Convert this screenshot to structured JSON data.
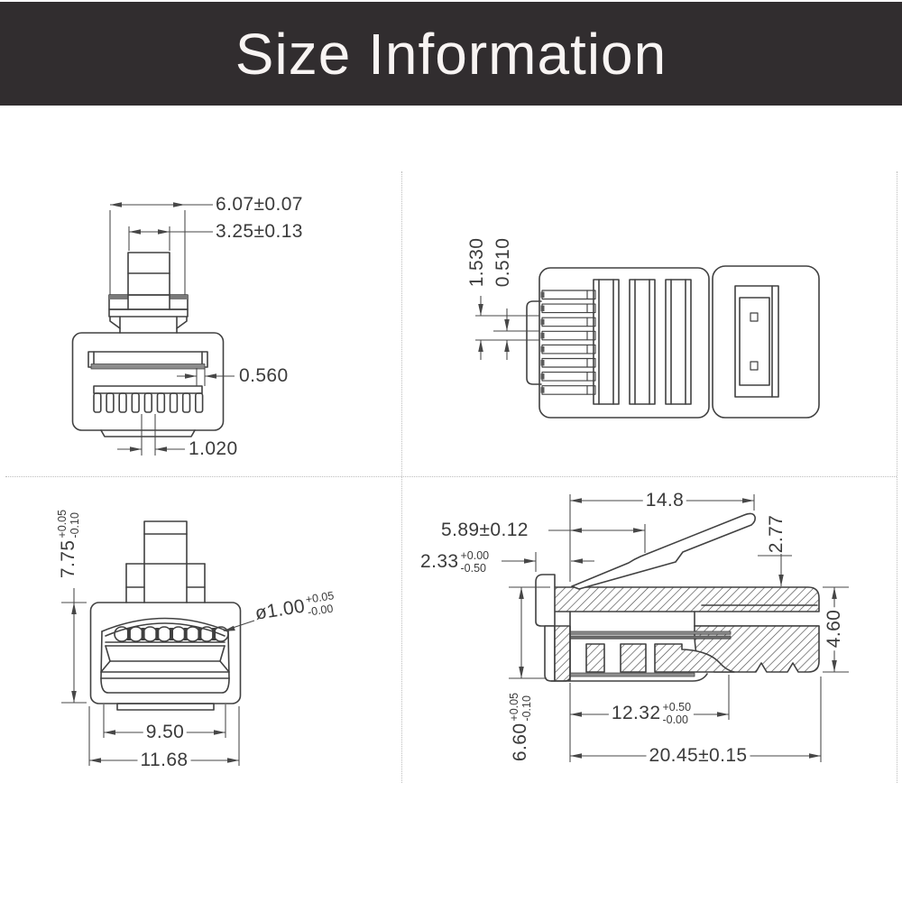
{
  "header": {
    "title": "Size Information"
  },
  "colors": {
    "banner_bg": "#312d2f",
    "banner_fg": "#f8f4f3",
    "line": "#414141",
    "dim_text": "#3b3b3b",
    "divider": "#bdbdbd"
  },
  "views": {
    "bottom_view": {
      "dim_outer_width": "6.07±0.07",
      "dim_tab_width": "3.25±0.13",
      "dim_contact_width": "0.560",
      "dim_contact_pitch": "1.020"
    },
    "top_view": {
      "dim_pin_pitch": "1.530",
      "dim_pin_width": "0.510"
    },
    "front_view": {
      "dim_height": {
        "value": "7.75",
        "plus": "+0.05",
        "minus": "-0.10"
      },
      "dim_wire_hole": {
        "value": "ø1.00",
        "plus": "+0.05",
        "minus": "-0.00"
      },
      "dim_cavity_width": "9.50",
      "dim_body_width": "11.68"
    },
    "side_view": {
      "dim_latch_reach": "14.8",
      "dim_latch_length": "5.89±0.12",
      "dim_front_lip": {
        "value": "2.33",
        "plus": "+0.00",
        "minus": "-0.50"
      },
      "dim_latch_height": "2.77",
      "dim_rear_opening": "4.60",
      "dim_crimp_length": {
        "value": "12.32",
        "plus": "+0.50",
        "minus": "-0.00"
      },
      "dim_total_length": "20.45±0.15",
      "dim_body_height": {
        "value": "6.60",
        "plus": "+0.05",
        "minus": "-0.10"
      }
    }
  }
}
